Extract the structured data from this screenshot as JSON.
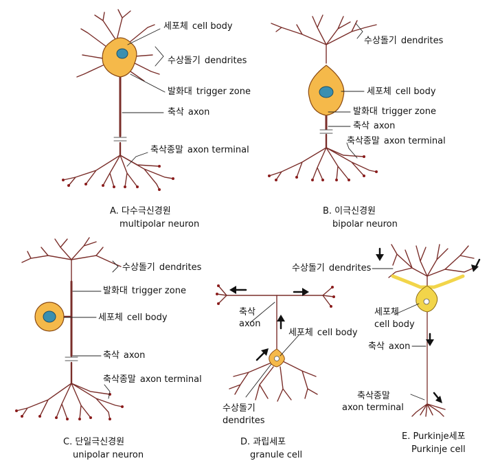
{
  "panel_a": {
    "cell_body_ko": "세포체",
    "cell_body_en": "cell body",
    "dendrites_ko": "수상돌기",
    "dendrites_en": "dendrites",
    "trigger_ko": "발화대",
    "trigger_en": "trigger zone",
    "axon_ko": "축삭",
    "axon_en": "axon",
    "terminal_ko": "축삭종말",
    "terminal_en": "axon terminal",
    "caption_ko": "A. 다수극신경원",
    "caption_en": "multipolar neuron"
  },
  "panel_b": {
    "dendrites_ko": "수상돌기",
    "dendrites_en": "dendrites",
    "cell_body_ko": "세포체",
    "cell_body_en": "cell body",
    "trigger_ko": "발화대",
    "trigger_en": "trigger zone",
    "axon_ko": "축삭",
    "axon_en": "axon",
    "terminal_ko": "축삭종말",
    "terminal_en": "axon terminal",
    "caption_ko": "B. 이극신경원",
    "caption_en": "bipolar neuron"
  },
  "panel_c": {
    "dendrites_ko": "수상돌기",
    "dendrites_en": "dendrites",
    "trigger_ko": "발화대",
    "trigger_en": "trigger zone",
    "cell_body_ko": "세포체",
    "cell_body_en": "cell body",
    "axon_ko": "축삭",
    "axon_en": "axon",
    "terminal_ko": "축삭종말",
    "terminal_en": "axon terminal",
    "caption_ko": "C. 단일극신경원",
    "caption_en": "unipolar neuron"
  },
  "panel_d": {
    "axon_ko": "축삭",
    "axon_en": "axon",
    "cell_body_ko": "세포체",
    "cell_body_en": "cell body",
    "dendrites_ko": "수상돌기",
    "dendrites_en": "dendrites",
    "caption_ko": "D. 과립세포",
    "caption_en": "granule cell"
  },
  "panel_e": {
    "dendrites_ko": "수상돌기",
    "dendrites_en": "dendrites",
    "cell_body_ko": "세포체",
    "cell_body_en": "cell body",
    "axon_ko": "축삭",
    "axon_en": "axon",
    "terminal_ko": "축삭종말",
    "terminal_en": "axon terminal",
    "caption_ko": "E. Purkinje세포",
    "caption_en": "Purkinje cell"
  },
  "colors": {
    "soma_fill": "#f5b94a",
    "soma_edge": "#8a4a12",
    "nucleus": "#3a8fb0",
    "fiber": "#7a2e2a",
    "tip": "#8b1c1c",
    "purkinje_body": "#f2d54a"
  }
}
